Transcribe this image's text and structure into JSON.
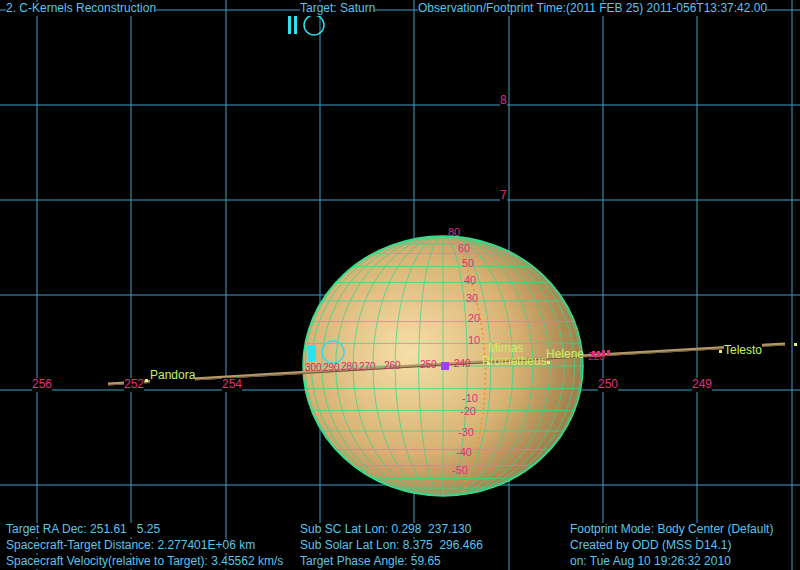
{
  "diagram": {
    "labels": [
      "2. C-Kernels Reconstruction",
      "Target: Saturn",
      "Observation/Footprint Time:(2011 FEB 25) 2011-056T13:37:42.00",
      "8",
      "7",
      "256",
      "252",
      "254",
      "250",
      "249",
      "80",
      "60",
      "50",
      "40",
      "30",
      "20",
      "10",
      "-10",
      "-20",
      "-30",
      "-40",
      "-50",
      "300",
      "290",
      "280",
      "270",
      "260",
      "250",
      "240",
      "220",
      "Pandora",
      "Mimas",
      "Prometheus",
      "Helene",
      "Telesto",
      "Target RA Dec: 251.61   5.25",
      "Spacecraft-Target Distance: 2.277401E+06 km",
      "Spacecraft Velocity(relative to Target): 3.45562 km/s",
      "Sub SC Lat Lon: 0.298  237.130",
      "Sub Solar Lat Lon: 8.375  296.466",
      "Target Phase Angle: 59.65",
      "Footprint Mode: Body Center (Default)",
      "Created by ODD (MSS D14.1)",
      "on: Tue Aug 10 19:26:32 2010"
    ]
  }
}
